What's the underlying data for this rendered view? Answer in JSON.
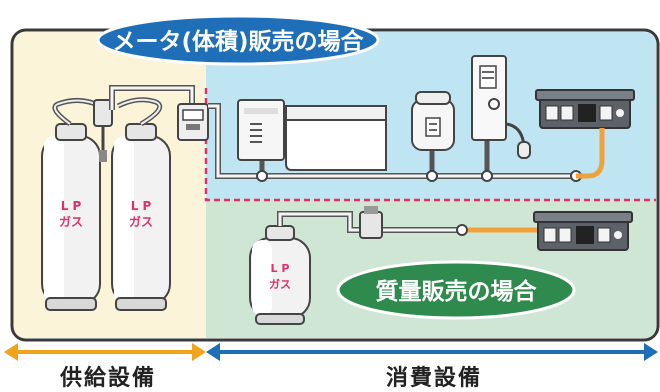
{
  "meter_sales": {
    "title": "メータ(体積)販売の場合",
    "bubble_color": "#1f6fb8",
    "area_color": "#bfe4f2"
  },
  "mass_sales": {
    "title": "質量販売の場合",
    "bubble_color": "#2f8a4e",
    "area_color": "#cfe6d5"
  },
  "supply_area_color": "#fbf4d9",
  "cylinders": [
    {
      "line1": "L P",
      "line2": "ガス"
    },
    {
      "line1": "L P",
      "line2": "ガス"
    },
    {
      "line1": "L P",
      "line2": "ガス"
    }
  ],
  "legend": {
    "supply": {
      "label": "供給設備",
      "color": "#f2a31c"
    },
    "consumption": {
      "label": "消費設備",
      "color": "#1f6fb8"
    }
  },
  "text_color_lp": "#e0306a",
  "hose_color": "#f0a23a",
  "boundary_color": "#e0306a"
}
